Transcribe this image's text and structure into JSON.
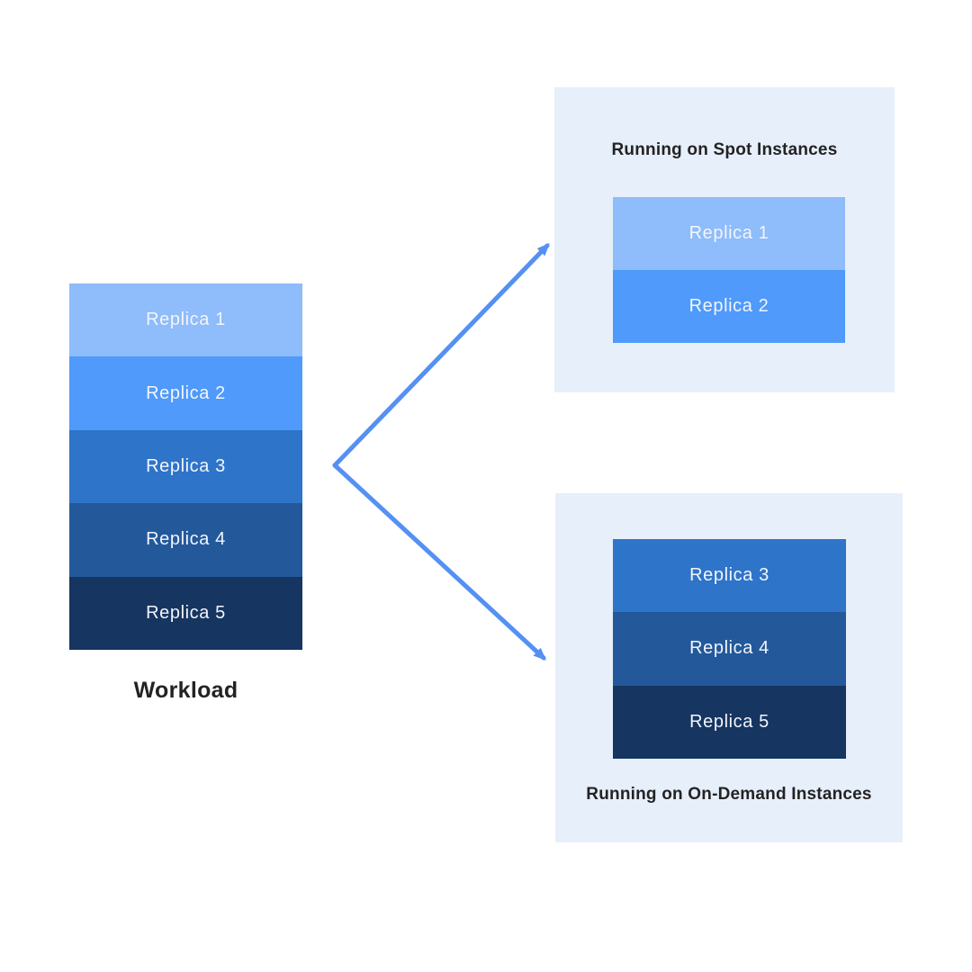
{
  "colors": {
    "arrow": "#5590F3",
    "panel_bg": "#E7EFFB",
    "title_text": "#232323",
    "replica_text": "#F2F5FC"
  },
  "workload": {
    "label": "Workload",
    "replicas": [
      {
        "label": "Replica 1",
        "color": "#8FBCFA"
      },
      {
        "label": "Replica 2",
        "color": "#4F9AFA"
      },
      {
        "label": "Replica 3",
        "color": "#2E74C9"
      },
      {
        "label": "Replica 4",
        "color": "#23599B"
      },
      {
        "label": "Replica 5",
        "color": "#163560"
      }
    ]
  },
  "spot_panel": {
    "title": "Running on Spot Instances",
    "replicas": [
      {
        "label": "Replica 1",
        "color": "#8FBCFA"
      },
      {
        "label": "Replica 2",
        "color": "#4F9AFA"
      }
    ]
  },
  "ondemand_panel": {
    "title": "Running on On-Demand Instances",
    "replicas": [
      {
        "label": "Replica 3",
        "color": "#2E74C9"
      },
      {
        "label": "Replica 4",
        "color": "#23599B"
      },
      {
        "label": "Replica 5",
        "color": "#163560"
      }
    ]
  }
}
